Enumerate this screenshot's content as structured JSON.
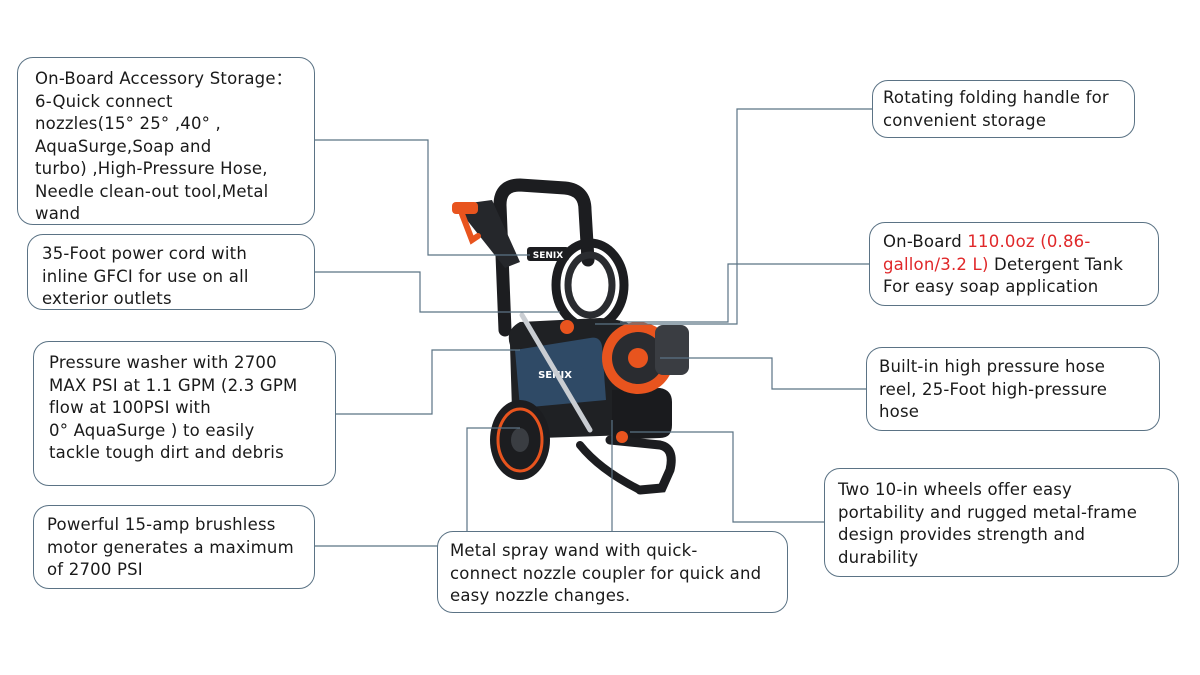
{
  "callouts": {
    "storage": "On-Board Accessory Storage：\n6-Quick connect\nnozzles(15°  25° ,40° ,\nAquaSurge,Soap and\nturbo) ,High-Pressure Hose,\nNeedle clean-out tool,Metal\nwand",
    "cord": "35-Foot power cord with\ninline GFCI for use on all\nexterior outlets",
    "pressure": "Pressure washer with 2700\nMAX PSI at 1.1 GPM (2.3 GPM\nflow at 100PSI with\n0°  AquaSurge ) to easily\ntackle tough dirt and debris",
    "motor": "Powerful 15-amp brushless\nmotor generates a maximum\nof 2700 PSI",
    "handle": "Rotating folding handle for\nconvenient storage",
    "tank": {
      "prefix": "On-Board  ",
      "highlight": "110.0oz (0.86-\ngallon/3.2 L)",
      "suffix": "  Detergent Tank\nFor easy soap application"
    },
    "reel": "Built-in high pressure hose\nreel,   25-Foot high-pressure\nhose",
    "wheels": "Two 10-in wheels offer easy\nportability and rugged metal-frame\ndesign provides strength and\ndurability",
    "wand": "Metal spray wand with  quick-\nconnect nozzle coupler for quick and\neasy nozzle changes."
  },
  "product": {
    "brand": "SENIX"
  },
  "colors": {
    "callout_border": "#5b7385",
    "leader_line": "#5b7385",
    "highlight": "#e0282a",
    "product_orange": "#e8541e",
    "product_blue": "#2f4a66",
    "product_black": "#1c1d20"
  }
}
